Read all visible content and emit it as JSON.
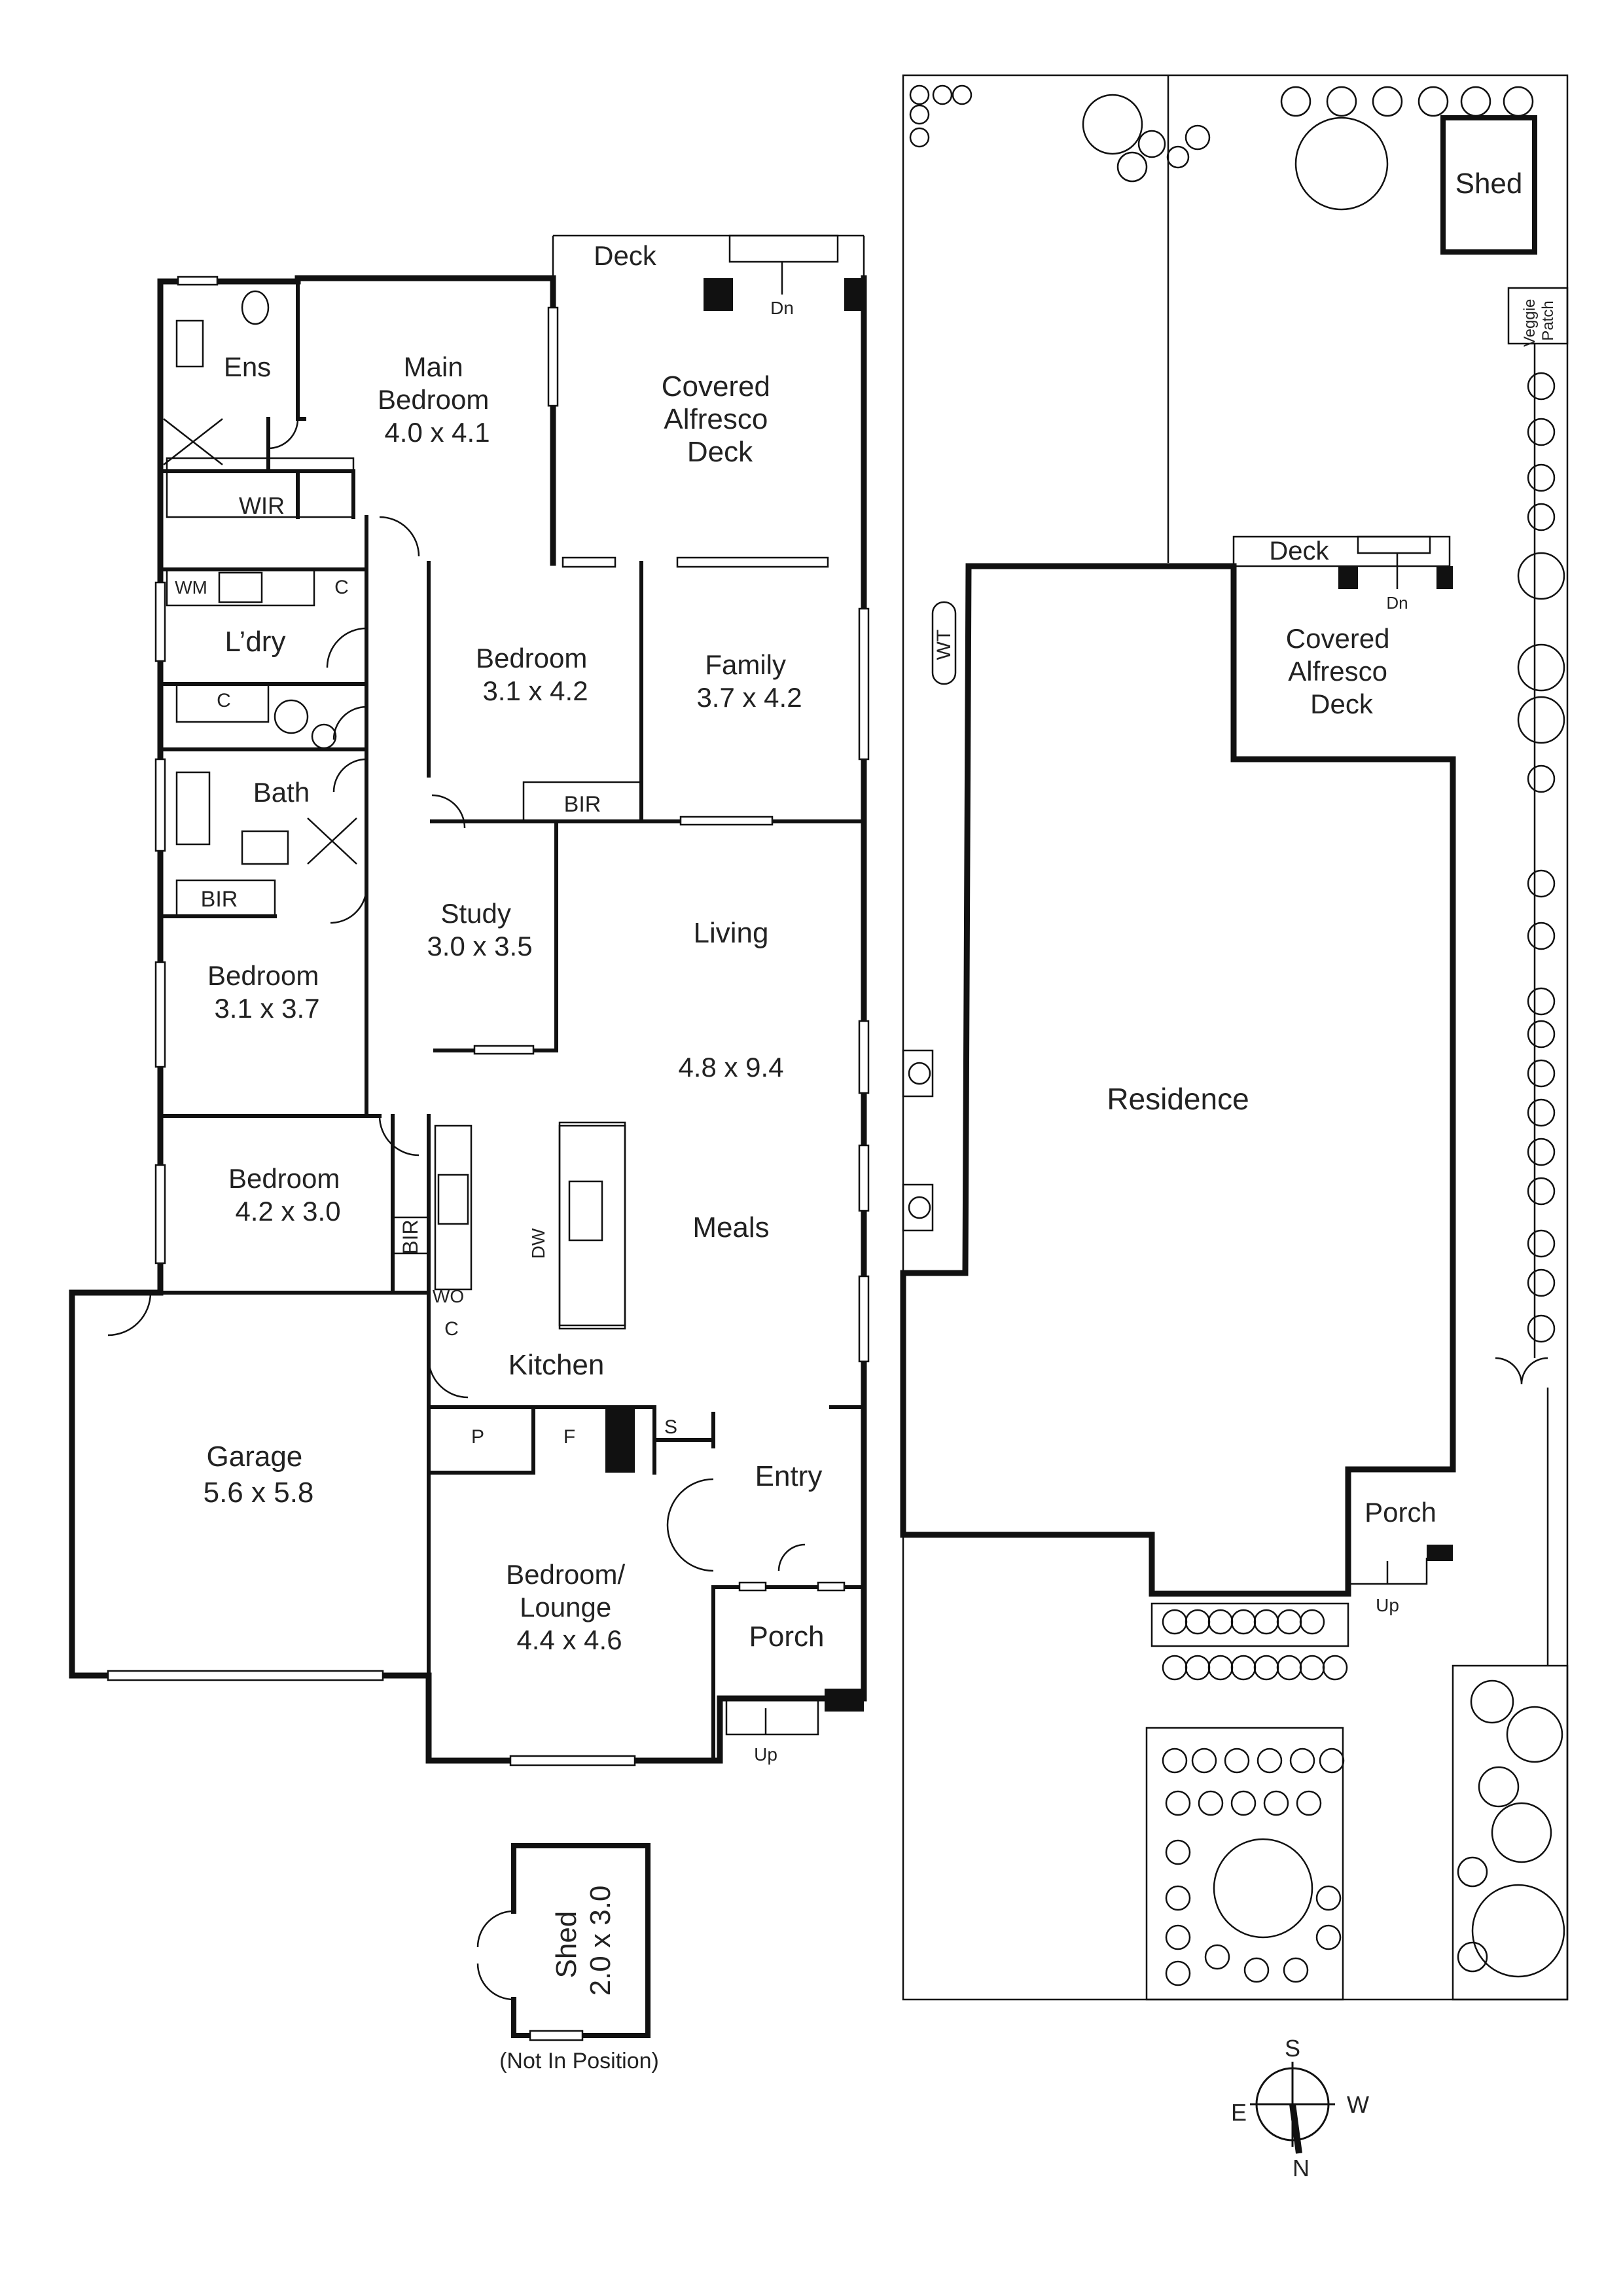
{
  "floor_plan": {
    "rooms": {
      "ensuite": "Ens",
      "main_bedroom": [
        "Main",
        "Bedroom",
        "4.0 x 4.1"
      ],
      "wir": "WIR",
      "deck": "Deck",
      "deck_dn": "Dn",
      "alfresco": [
        "Covered",
        "Alfresco",
        "Deck"
      ],
      "wm": "WM",
      "laundry_c": "C",
      "laundry": "L’dry",
      "wc_c": "C",
      "bedroom2": [
        "Bedroom",
        "3.1 x 4.2"
      ],
      "bir2": "BIR",
      "family": [
        "Family",
        "3.7 x 4.2"
      ],
      "bath": "Bath",
      "bir3": "BIR",
      "study": [
        "Study",
        "3.0 x 3.5"
      ],
      "living": "Living",
      "living_dims": "4.8 x 9.4",
      "bedroom3": [
        "Bedroom",
        "3.1 x 3.7"
      ],
      "bedroom4": [
        "Bedroom",
        "4.2 x 3.0"
      ],
      "bir4": "BIR",
      "dw": "DW",
      "meals": "Meals",
      "wo": "WO",
      "kitchen_c": "C",
      "kitchen": "Kitchen",
      "pantry": "P",
      "fridge": "F",
      "s": "S",
      "garage": [
        "Garage",
        "5.6 x 5.8"
      ],
      "entry": "Entry",
      "bedroom_lounge": [
        "Bedroom/",
        "Lounge",
        "4.4 x 4.6"
      ],
      "porch": "Porch",
      "porch_up": "Up"
    },
    "shed": [
      "Shed",
      "2.0 x 3.0"
    ],
    "shed_note": "(Not In Position)"
  },
  "site_plan": {
    "shed": "Shed",
    "veggie_patch": [
      "Veggie",
      "Patch"
    ],
    "wt": "WT",
    "deck": "Deck",
    "deck_dn": "Dn",
    "alfresco": [
      "Covered",
      "Alfresco",
      "Deck"
    ],
    "residence": "Residence",
    "porch": "Porch",
    "porch_up": "Up"
  },
  "compass": {
    "s": "S",
    "w": "W",
    "e": "E",
    "n": "N"
  }
}
